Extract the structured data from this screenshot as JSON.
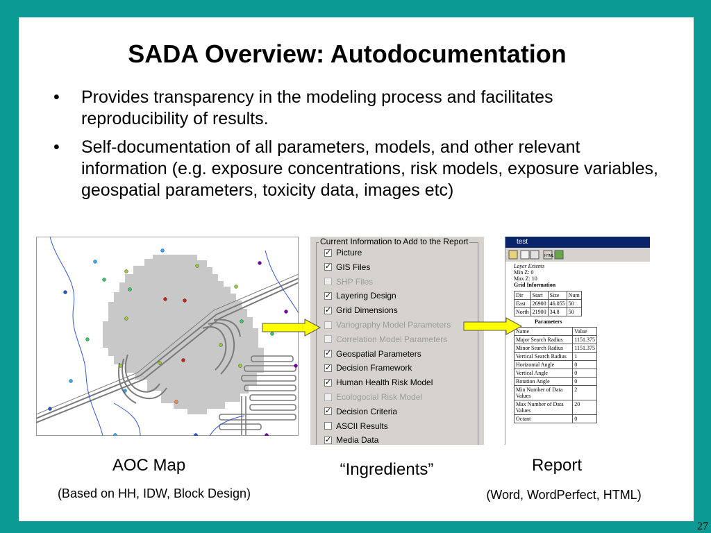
{
  "title": "SADA Overview: Autodocumentation",
  "bullets": [
    {
      "marker": "•",
      "text": "Provides transparency in the modeling process and facilitates reproducibility of results."
    },
    {
      "marker": "•",
      "text": "Self-documentation of all parameters, models, and other relevant information (e.g. exposure concentrations, risk models, exposure variables, geospatial parameters, toxicity data, images etc)"
    }
  ],
  "captions": {
    "map_title": "AOC Map",
    "map_sub": "(Based on HH, IDW, Block Design)",
    "ingredients": "“Ingredients”",
    "report_title": "Report",
    "report_sub": "(Word, WordPerfect, HTML)"
  },
  "page_number": "27",
  "ingredients_panel": {
    "legend": "Current Information to Add to the Report",
    "items": [
      {
        "label": "Picture",
        "checked": true,
        "enabled": true
      },
      {
        "label": "GIS Files",
        "checked": true,
        "enabled": true
      },
      {
        "label": "SHP Files",
        "checked": false,
        "enabled": false
      },
      {
        "label": "Layering Design",
        "checked": true,
        "enabled": true
      },
      {
        "label": "Grid Dimensions",
        "checked": true,
        "enabled": true
      },
      {
        "label": "Variography Model Parameters",
        "checked": false,
        "enabled": false
      },
      {
        "label": "Correlation Model Parameters",
        "checked": false,
        "enabled": false
      },
      {
        "label": "Geospatial Parameters",
        "checked": true,
        "enabled": true
      },
      {
        "label": "Decision Framework",
        "checked": true,
        "enabled": true
      },
      {
        "label": "Human Health Risk Model",
        "checked": true,
        "enabled": true
      },
      {
        "label": "Ecologocial Risk Model",
        "checked": false,
        "enabled": false
      },
      {
        "label": "Decision Criteria",
        "checked": true,
        "enabled": true
      },
      {
        "label": "ASCII Results",
        "checked": false,
        "enabled": true
      },
      {
        "label": "Media Data",
        "checked": true,
        "enabled": true
      }
    ]
  },
  "report_panel": {
    "window_title": "test",
    "toolbar_icons": [
      "open-icon",
      "save-icon",
      "print-icon",
      "html-icon",
      "export-icon"
    ],
    "layer_extents": "Layer Extents",
    "min_z": "Min Z: 0",
    "max_z": "Max Z: 10",
    "grid_information": "Grid Information",
    "grid_headers": [
      "Dir",
      "Start",
      "Size",
      "Num"
    ],
    "grid_rows": [
      [
        "East",
        "26900",
        "46.055",
        "50"
      ],
      [
        "North",
        "21900",
        "34.8",
        "50"
      ]
    ],
    "parameters_heading": "Parameters",
    "param_headers": [
      "Name",
      "Value"
    ],
    "param_rows": [
      [
        "Major Search Radius",
        "1151.375"
      ],
      [
        "Minor Search Radius",
        "1151.375"
      ],
      [
        "Vertical Search Radius",
        "1"
      ],
      [
        "Horizontal Angle",
        "0"
      ],
      [
        "Vertical Angle",
        "0"
      ],
      [
        "Rotation Angle",
        "0"
      ],
      [
        "Min Number of Data Values",
        "2"
      ],
      [
        "Max Number of Data Values",
        "20"
      ],
      [
        "Octant",
        "0"
      ]
    ]
  },
  "colors": {
    "background": "#0b9a94",
    "arrow_fill": "#ffff00",
    "aoc_fill": "#c8c8c8",
    "river": "#3355cc"
  }
}
